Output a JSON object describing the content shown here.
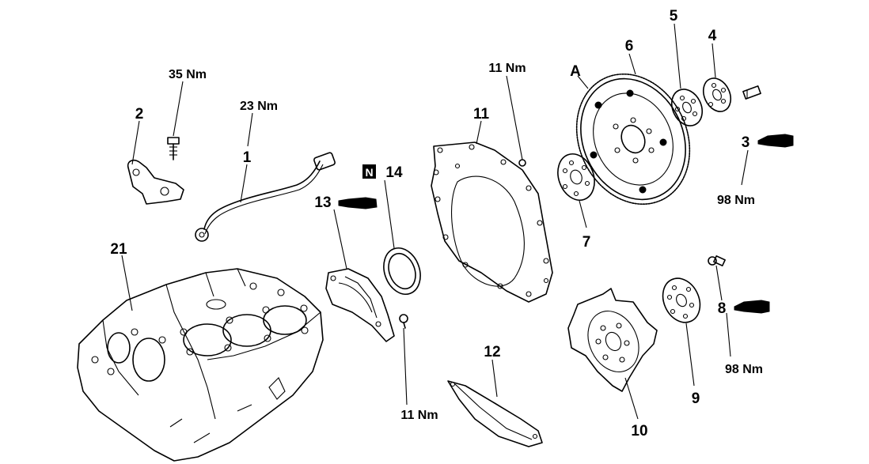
{
  "callouts": {
    "c1": "1",
    "c2": "2",
    "c3": "3",
    "c4": "4",
    "c5": "5",
    "c6": "6",
    "c7": "7",
    "c8": "8",
    "c9": "9",
    "c10": "10",
    "c11": "11",
    "c12": "12",
    "c13": "13",
    "c14": "14",
    "c21": "21",
    "cA": "A"
  },
  "badge_n": "N",
  "torques": {
    "t_35": "35 Nm",
    "t_23": "23 Nm",
    "t_11_top": "11 Nm",
    "t_11_bottom": "11 Nm",
    "t_98_upper": "98 Nm",
    "t_98_lower": "98 Nm"
  }
}
